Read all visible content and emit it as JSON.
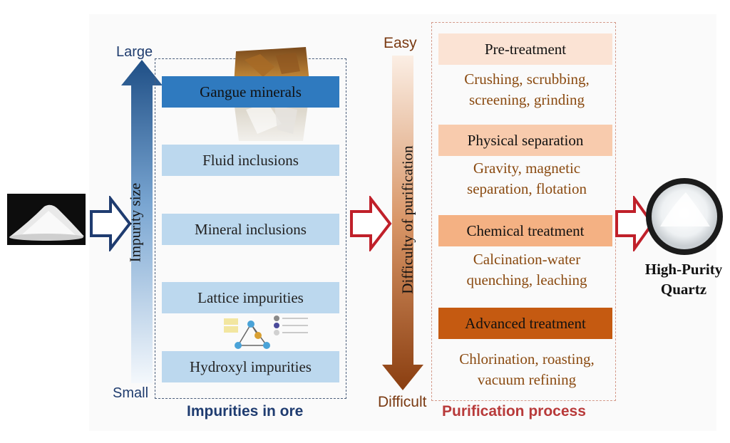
{
  "left_section": {
    "scale_top": "Large",
    "scale_bottom": "Small",
    "axis_label": "Impurity size",
    "impurities": [
      {
        "label": "Gangue minerals",
        "highlight": true
      },
      {
        "label": "Fluid inclusions",
        "highlight": false
      },
      {
        "label": "Mineral inclusions",
        "highlight": false
      },
      {
        "label": "Lattice impurities",
        "highlight": false
      },
      {
        "label": "Hydroxyl impurities",
        "highlight": false
      }
    ],
    "caption": "Impurities in ore"
  },
  "right_section": {
    "scale_top": "Easy",
    "scale_bottom": "Difficult",
    "axis_label": "Difficulty of purification",
    "steps": [
      {
        "label": "Pre-treatment",
        "description_lines": [
          "Crushing, scrubbing,",
          "screening, grinding"
        ],
        "color": "#fbe3d4"
      },
      {
        "label": "Physical separation",
        "description_lines": [
          "Gravity, magnetic",
          "separation, flotation"
        ],
        "color": "#f8cbad"
      },
      {
        "label": "Chemical treatment",
        "description_lines": [
          "Calcination-water",
          "quenching, leaching"
        ],
        "color": "#f4b183"
      },
      {
        "label": "Advanced treatment",
        "description_lines": [
          "Chlorination, roasting,",
          "vacuum refining"
        ],
        "color": "#c55a11"
      }
    ],
    "caption": "Purification process"
  },
  "output": {
    "label_line1": "High-Purity",
    "label_line2": "Quartz"
  },
  "colors": {
    "impurity_dark": "#2f7abf",
    "impurity_light": "#bcd8ee",
    "arrow_blue_outline": "#1f3c70",
    "arrow_red_outline": "#c0202a",
    "caption_blue": "#1f3c70",
    "caption_red": "#b83a3a"
  }
}
